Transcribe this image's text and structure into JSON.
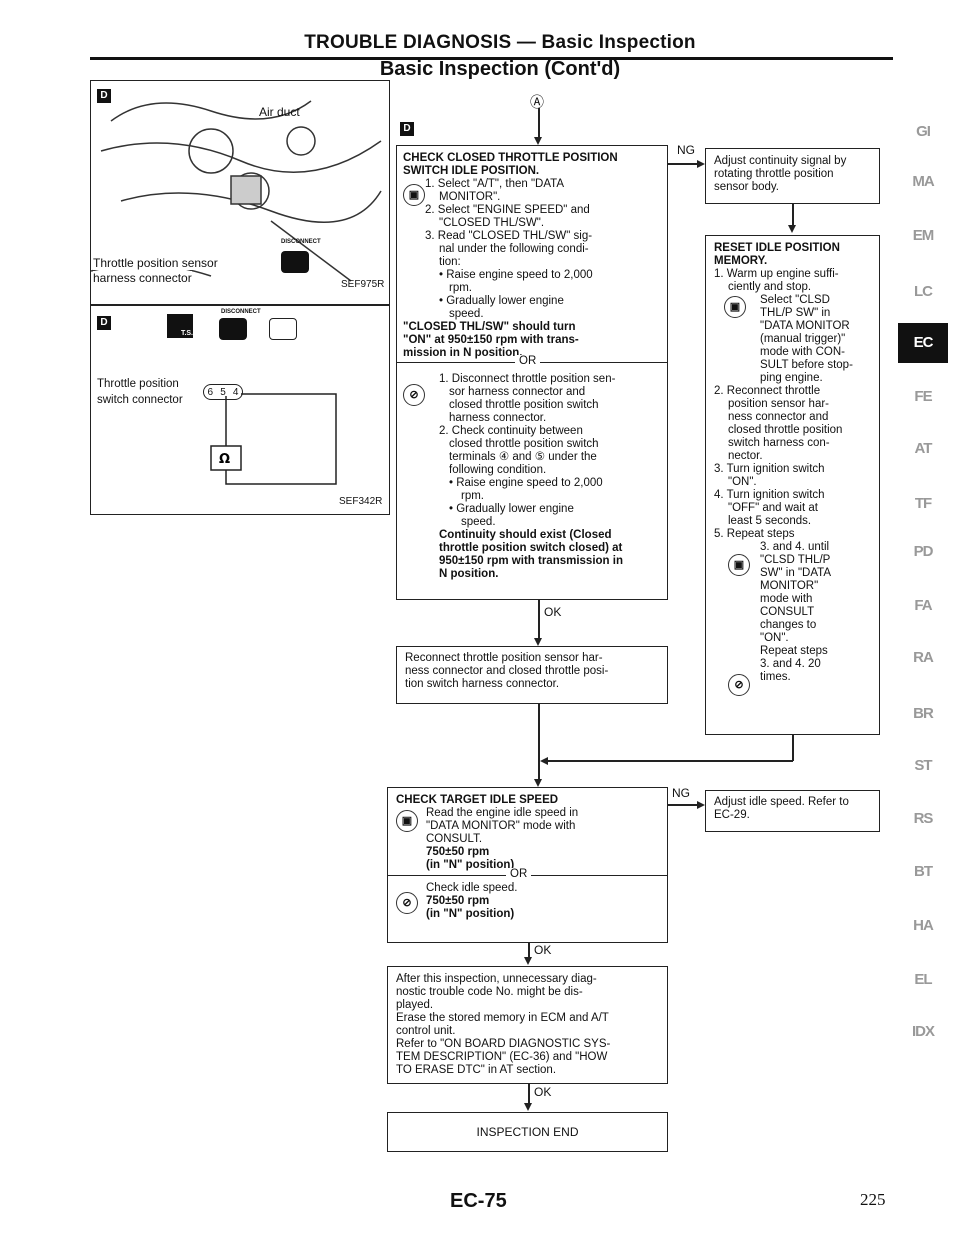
{
  "header": {
    "title": "TROUBLE DIAGNOSIS — Basic Inspection",
    "subtitle": "Basic Inspection (Cont'd)"
  },
  "figure1": {
    "labels": [
      "Air duct",
      "Throttle position sensor",
      "harness connector",
      "DISCONNECT"
    ],
    "code": "SEF975R"
  },
  "figure2": {
    "labels": [
      "DISCONNECT",
      "Throttle position",
      "switch connector",
      "T.S."
    ],
    "pins": [
      "6",
      "5",
      "4"
    ],
    "code": "SEF342R"
  },
  "connector_mark": "Ⓐ",
  "box1": {
    "lines": [
      "CHECK CLOSED THROTTLE POSITION",
      "SWITCH IDLE POSITION.",
      "1. Select \"A/T\", then \"DATA",
      "MONITOR\".",
      "2. Select \"ENGINE SPEED\" and",
      "\"CLOSED THL/SW\".",
      "3. Read \"CLOSED THL/SW\" sig-",
      "nal under the following condi-",
      "tion:",
      "• Raise engine speed to 2,000",
      "rpm.",
      "• Gradually lower engine",
      "speed.",
      "\"CLOSED THL/SW\" should turn",
      "\"ON\" at 950±150 rpm with trans-",
      "mission in N position."
    ],
    "or": "OR",
    "lines2": [
      "1. Disconnect throttle position sen-",
      "sor harness connector and",
      "closed throttle position switch",
      "harness connector.",
      "2. Check continuity between",
      "closed throttle position switch",
      "terminals ④ and ⑤ under the",
      "following condition.",
      "• Raise engine speed to 2,000",
      "rpm.",
      "• Gradually lower engine",
      "speed.",
      "Continuity should exist (Closed",
      "throttle position switch closed) at",
      "950±150 rpm with transmission in",
      "N position."
    ]
  },
  "ng1": "NG",
  "box_adjust1": {
    "lines": [
      "Adjust continuity signal by",
      "rotating throttle position",
      "sensor body."
    ]
  },
  "box_reset": {
    "lines": [
      "RESET IDLE POSITION",
      "MEMORY.",
      "1. Warm up engine suffi-",
      "ciently and stop.",
      "Select \"CLSD",
      "THL/P SW\" in",
      "\"DATA MONITOR",
      "(manual trigger)\"",
      "mode with CON-",
      "SULT before stop-",
      "ping engine.",
      "2. Reconnect throttle",
      "position sensor har-",
      "ness connector and",
      "closed throttle position",
      "switch harness con-",
      "nector.",
      "3. Turn ignition switch",
      "\"ON\".",
      "4. Turn ignition switch",
      "\"OFF\" and wait at",
      "least 5 seconds.",
      "5. Repeat steps",
      "3. and 4. until",
      "\"CLSD THL/P",
      "SW\" in \"DATA",
      "MONITOR\"",
      "mode with",
      "CONSULT",
      "changes to",
      "\"ON\".",
      "Repeat steps",
      "3. and 4. 20",
      "times."
    ]
  },
  "ok1": "OK",
  "box_reconnect": {
    "lines": [
      "Reconnect throttle position sensor har-",
      "ness connector and closed throttle posi-",
      "tion switch harness connector."
    ]
  },
  "box_target": {
    "lines": [
      "CHECK TARGET IDLE SPEED",
      "Read the engine idle speed in",
      "\"DATA MONITOR\" mode with",
      "CONSULT.",
      "750±50 rpm",
      "(in \"N\" position)"
    ],
    "or": "OR",
    "lines2": [
      "Check idle speed.",
      "750±50 rpm",
      "(in \"N\" position)"
    ]
  },
  "ng2": "NG",
  "box_adjust2": {
    "lines": [
      "Adjust idle speed. Refer to",
      "EC-29."
    ]
  },
  "ok2": "OK",
  "box_after": {
    "lines": [
      "After this inspection, unnecessary diag-",
      "nostic trouble code No. might be dis-",
      "played.",
      "Erase the stored memory in ECM and A/T",
      "control unit.",
      "Refer to \"ON BOARD DIAGNOSTIC SYS-",
      "TEM DESCRIPTION\" (EC-36) and \"HOW",
      "TO ERASE DTC\" in AT section."
    ]
  },
  "ok3": "OK",
  "box_end": {
    "label": "INSPECTION END"
  },
  "side_tabs": [
    "GI",
    "MA",
    "EM",
    "LC",
    "EC",
    "FE",
    "AT",
    "TF",
    "PD",
    "FA",
    "RA",
    "BR",
    "ST",
    "RS",
    "BT",
    "HA",
    "EL",
    "IDX"
  ],
  "active_tab": "EC",
  "footer": {
    "page_code": "EC-75",
    "page_number": "225"
  }
}
